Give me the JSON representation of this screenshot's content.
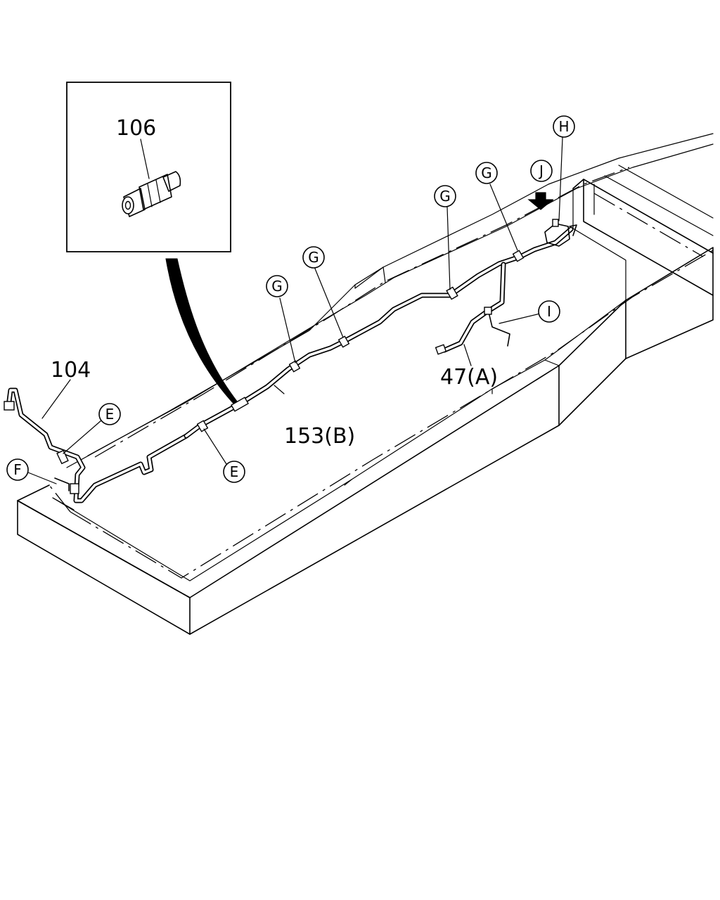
{
  "part_labels": {
    "p106": "106",
    "p104": "104",
    "p153": "153(B)",
    "p47": "47(A)"
  },
  "callouts": {
    "e1": "E",
    "e2": "E",
    "f": "F",
    "g1": "G",
    "g2": "G",
    "g3": "G",
    "g4": "G",
    "h": "H",
    "i": "I",
    "j": "J"
  }
}
